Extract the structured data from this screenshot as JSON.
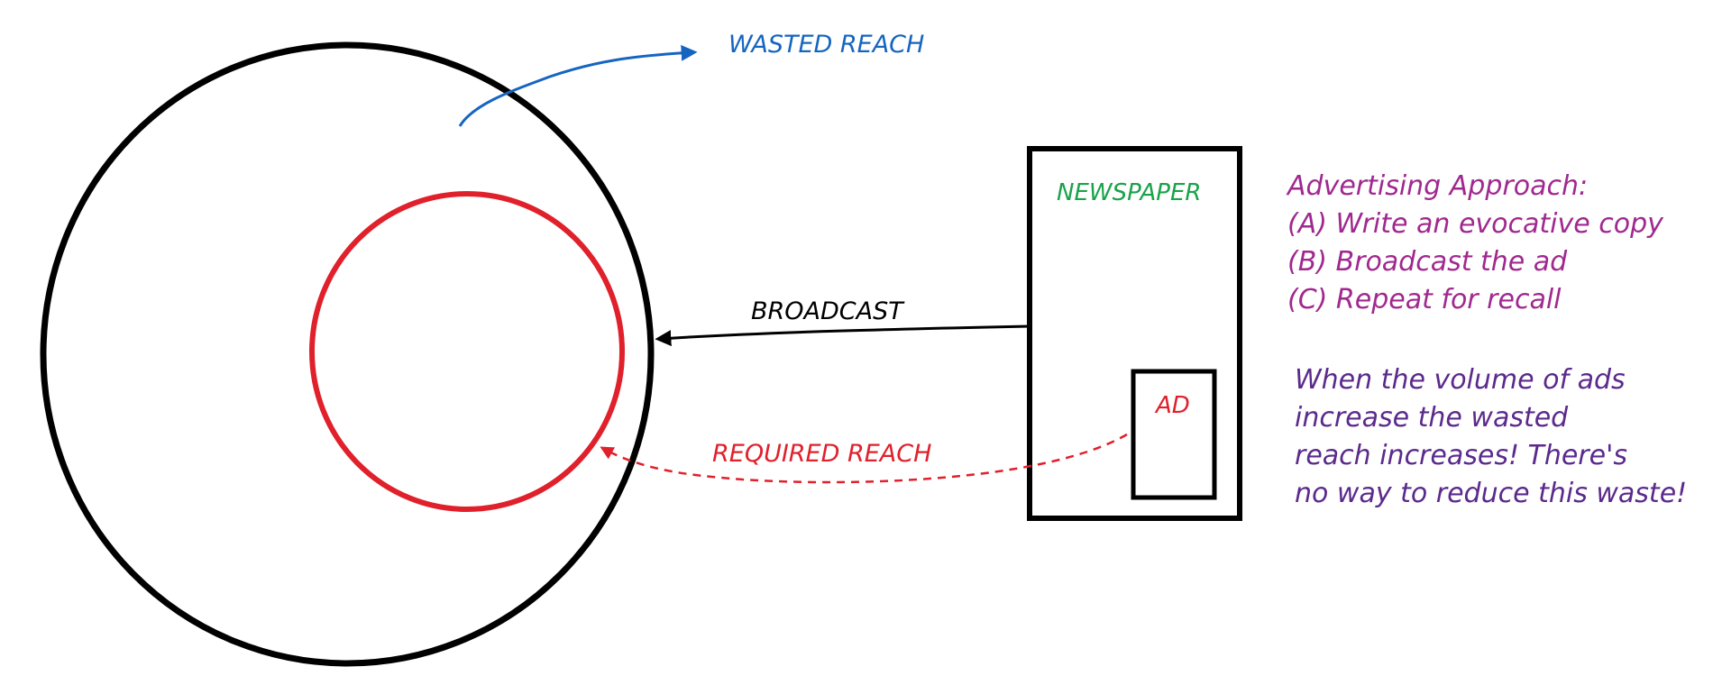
{
  "labels": {
    "wasted_reach": "WASTED REACH",
    "newspaper": "NEWSPAPER",
    "ad": "AD",
    "broadcast": "BROADCAST",
    "required_reach": "REQUIRED REACH"
  },
  "approach": {
    "title": "Advertising Approach:",
    "steps": [
      "(A) Write an evocative copy",
      "(B) Broadcast the ad",
      "(C) Repeat for recall"
    ]
  },
  "note": {
    "lines": [
      "When the volume of ads",
      "increase the wasted",
      "reach increases! There's",
      "no way to reduce this waste!"
    ]
  },
  "colors": {
    "outline": "#000000",
    "required": "#e0202b",
    "wasted": "#1565c0",
    "newspaper": "#1aa34a",
    "approach": "#a0298f",
    "note": "#5b2a8c"
  }
}
